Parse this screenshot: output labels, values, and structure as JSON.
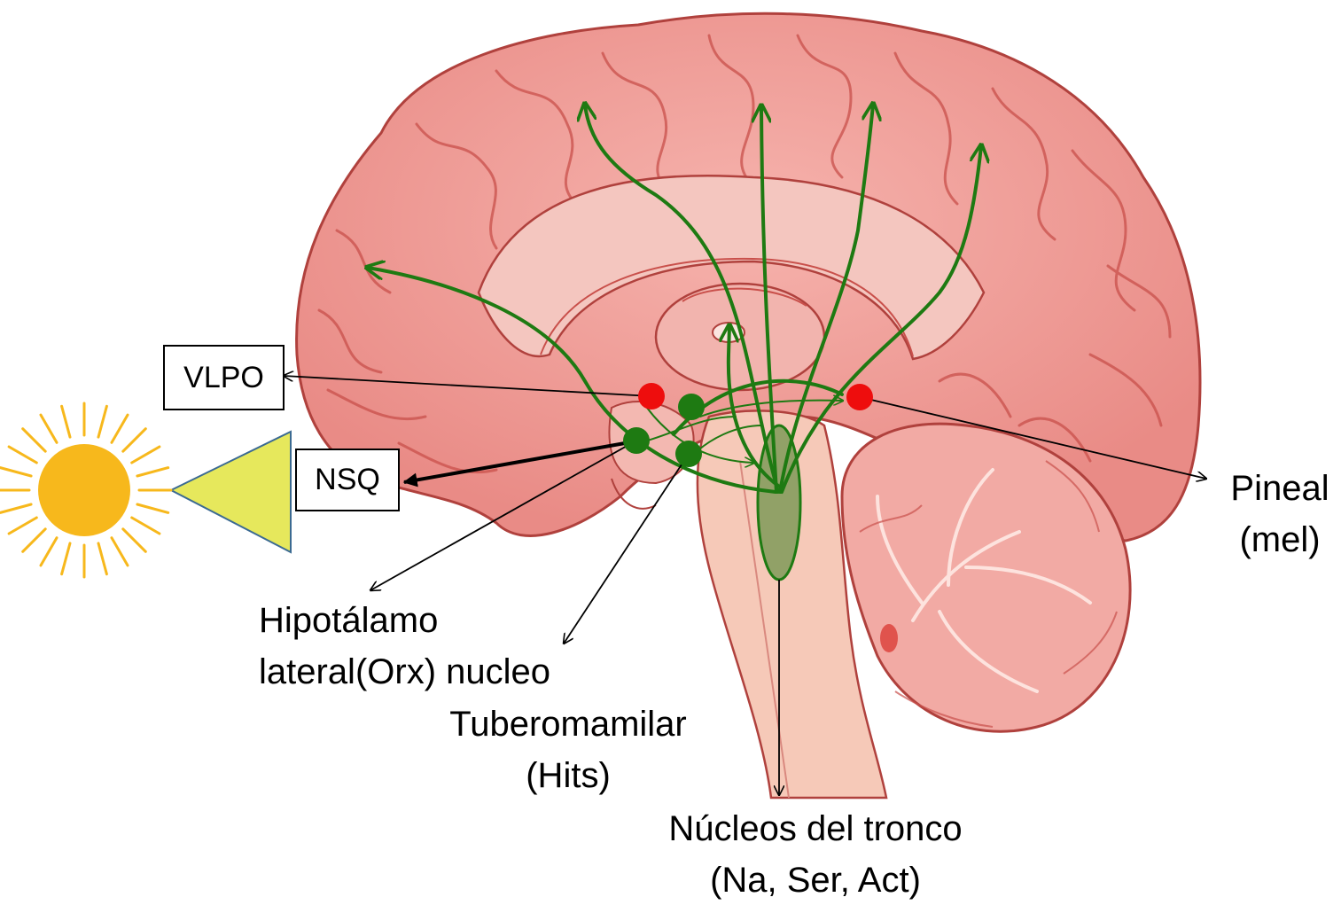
{
  "labels": {
    "vlpo": "VLPO",
    "nsq": "NSQ",
    "pineal_line1": "Pineal",
    "pineal_line2": "(mel)",
    "hipotalamo_line1": "Hipotálamo",
    "hipotalamo_line2": "lateral(Orx) nucleo",
    "tuberomamilar_line1": "Tuberomamilar",
    "tuberomamilar_line2": "(Hits)",
    "nucleos_line1": "Núcleos del tronco",
    "nucleos_line2": "(Na, Ser, Act)"
  },
  "colors": {
    "pathway_green": "#1e7a12",
    "nucleus_red": "#ee0d0d",
    "sun": "#f7b81c",
    "light_triangle": "#e6e85c",
    "brain_tissue": "#f2a09a"
  }
}
